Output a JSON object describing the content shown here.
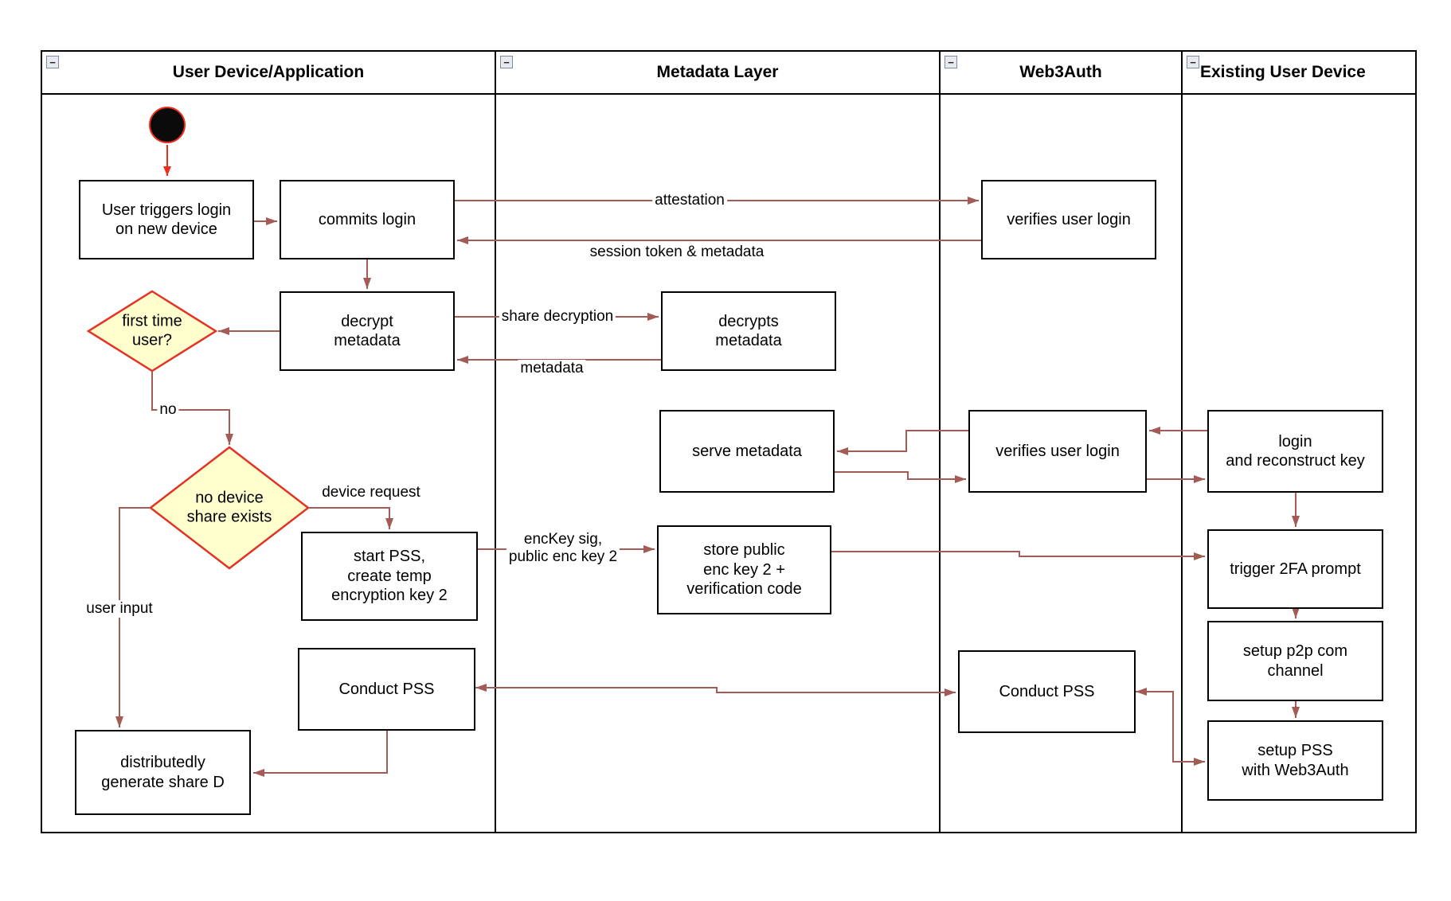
{
  "colors": {
    "arrow": "#a25b55",
    "start_accent": "#ee2e1c",
    "start_fill": "#0b0b0b",
    "diamond_border": "#e23326",
    "diamond_fill": "#ffffce",
    "node_border": "#000000",
    "lane_border": "#000000",
    "canvas_bg": "#ffffff"
  },
  "lanes": [
    {
      "title": "User Device/Application",
      "collapse": "−"
    },
    {
      "title": "Metadata Layer",
      "collapse": "−"
    },
    {
      "title": "Web3Auth",
      "collapse": "−"
    },
    {
      "title": "Existing User Device",
      "collapse": "−"
    }
  ],
  "nodes": {
    "utl": {
      "label": "User triggers login\non new device"
    },
    "cl": {
      "label": "commits login"
    },
    "dm": {
      "label": "decrypt\nmetadata"
    },
    "d1": {
      "label": "first time\nuser?"
    },
    "d2": {
      "label": "no device\nshare exists"
    },
    "sp": {
      "label": "start PSS,\ncreate temp\nencryption key 2"
    },
    "cp1": {
      "label": "Conduct PSS"
    },
    "dg": {
      "label": "distributedly\ngenerate share D"
    },
    "dm2": {
      "label": "decrypts\nmetadata"
    },
    "sm": {
      "label": "serve metadata"
    },
    "st": {
      "label": "store public\nenc key 2 +\nverification code"
    },
    "v1": {
      "label": "verifies user login"
    },
    "v2": {
      "label": "verifies user login"
    },
    "cp2": {
      "label": "Conduct PSS"
    },
    "e1": {
      "label": "login\nand reconstruct key"
    },
    "e2": {
      "label": "trigger 2FA prompt"
    },
    "e3": {
      "label": "setup p2p com\nchannel"
    },
    "e4": {
      "label": "setup PSS\nwith Web3Auth"
    }
  },
  "edge_labels": {
    "attestation": "attestation",
    "session": "session token & metadata",
    "share": "share decryption",
    "meta": "metadata",
    "no": "no",
    "user_input": "user input",
    "dev_req": "device request",
    "enc_key": "encKey sig,\npublic enc key 2"
  }
}
